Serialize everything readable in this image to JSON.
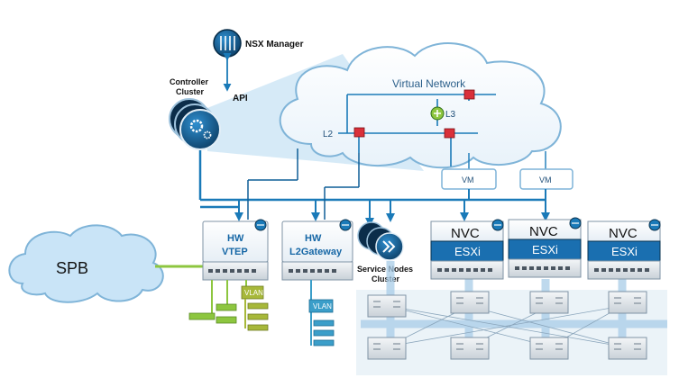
{
  "diagram": {
    "nsx_manager": {
      "label": "NSX Manager"
    },
    "controller_cluster": {
      "label_line1": "Controller",
      "label_line2": "Cluster",
      "api_label": "API"
    },
    "virtual_network": {
      "title": "Virtual Network",
      "l2_label": "L2",
      "l3_label": "L3"
    },
    "vms": [
      {
        "label": "VM"
      },
      {
        "label": "VM"
      }
    ],
    "spb": {
      "label": "SPB"
    },
    "hw_vtep": {
      "line1": "HW",
      "line2": "VTEP"
    },
    "hw_l2gateway": {
      "line1": "HW",
      "line2": "L2Gateway"
    },
    "service_nodes": {
      "line1": "Service Nodes",
      "line2": "Cluster"
    },
    "vlan_tags": [
      {
        "label": "VLAN"
      },
      {
        "label": "VLAN"
      }
    ],
    "hosts": [
      {
        "nvc_label": "NVC",
        "hypervisor_label": "ESXi"
      },
      {
        "nvc_label": "NVC",
        "hypervisor_label": "ESXi"
      },
      {
        "nvc_label": "NVC",
        "hypervisor_label": "ESXi"
      }
    ],
    "colors": {
      "primary_blue": "#1a7ab8",
      "dark_navy": "#0a3350",
      "cloud_fill": "#c9e4f7",
      "cloud_stroke": "#7fb4d8",
      "green_link": "#8dc63f",
      "olive_vlan": "#a7b83a",
      "teal_vlan": "#3b9ec9",
      "router_red": "#d9303a"
    }
  }
}
